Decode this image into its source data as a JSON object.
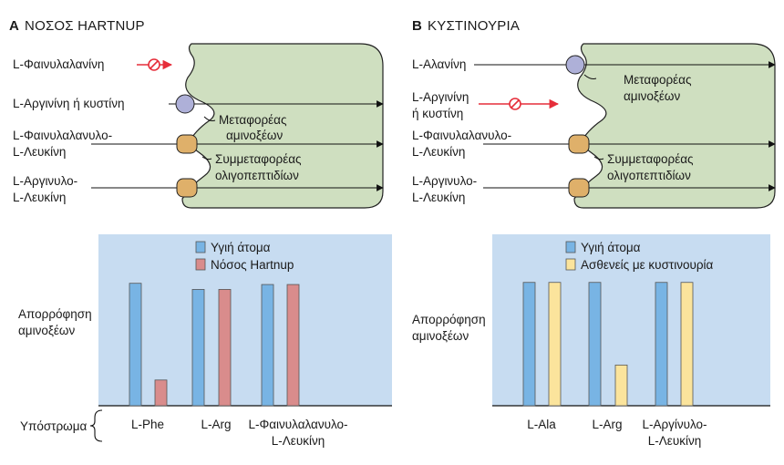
{
  "panel_a": {
    "letter": "A",
    "title": "ΝΟΣΟΣ HARTNUP",
    "substrates": [
      "L-Φαινυλαλανίνη",
      "L-Αργινίνη ή κυστίνη",
      "L-Φαινυλαλανυλο-",
      "L-Λευκίνη",
      "L-Αργινυλο-",
      "L-Λευκίνη"
    ],
    "transporter_label": [
      "Μεταφορέας",
      "αμινοξέων"
    ],
    "cotransporter_label": [
      "Συμμεταφορέας",
      "ολιγοπεπτιδίων"
    ]
  },
  "panel_b": {
    "letter": "B",
    "title": "ΚΥΣΤΙΝΟΥΡΙΑ",
    "substrates": [
      "L-Αλανίνη",
      "L-Αργινίνη",
      "ή κυστίνη",
      "L-Φαινυλαλανυλο-",
      "L-Λευκίνη",
      "L-Αργινυλο-",
      "L-Λευκίνη"
    ],
    "transporter_label": [
      "Μεταφορέας",
      "αμινοξέων"
    ],
    "cotransporter_label": [
      "Συμμεταφορέας",
      "ολιγοπεπτιδίων"
    ]
  },
  "left_chart": {
    "ylabel": [
      "Απορρόφηση",
      "αμινοξέων"
    ],
    "xtitle": "Υπόστρωμα"
  },
  "right_chart": {
    "ylabel": [
      "Απορρόφηση",
      "αμινοξέων"
    ]
  },
  "colors": {
    "cell": "#cfdfc0",
    "chart_bg": "#c7dcf1",
    "blue_bar": "#78b4e4",
    "red_bar": "#d98c8c",
    "yellow_bar": "#fbe49c",
    "blocked": "#e62e3a",
    "transporter": "#aeb0d8",
    "cotransporter": "#dfb06a"
  },
  "chart_data": [
    {
      "type": "bar",
      "categories": [
        "L-Phe",
        "L-Arg",
        "L-Φαινυλαλανυλο- L-Λευκίνη"
      ],
      "category_lines": [
        [
          "L-Phe"
        ],
        [
          "L-Arg"
        ],
        [
          "L-Φαινυλαλανυλο-",
          "L-Λευκίνη"
        ]
      ],
      "series": [
        {
          "name": "Υγιή άτομα",
          "values": [
            100,
            95,
            99
          ]
        },
        {
          "name": "Νόσος Hartnup",
          "values": [
            21,
            95,
            99
          ]
        }
      ],
      "ylim": [
        0,
        140
      ],
      "legend": "top"
    },
    {
      "type": "bar",
      "categories": [
        "L-Ala",
        "L-Arg",
        "L-Αργίνυλο- L-Λευκίνη"
      ],
      "category_lines": [
        [
          "L-Ala"
        ],
        [
          "L-Arg"
        ],
        [
          "L-Αργίνυλο-",
          "L-Λευκίνη"
        ]
      ],
      "series": [
        {
          "name": "Υγιή άτομα",
          "values": [
            100,
            100,
            100
          ]
        },
        {
          "name": "Ασθενείς με κυστινουρία",
          "values": [
            100,
            33,
            100
          ]
        }
      ],
      "ylim": [
        0,
        139
      ],
      "legend": "top"
    }
  ]
}
